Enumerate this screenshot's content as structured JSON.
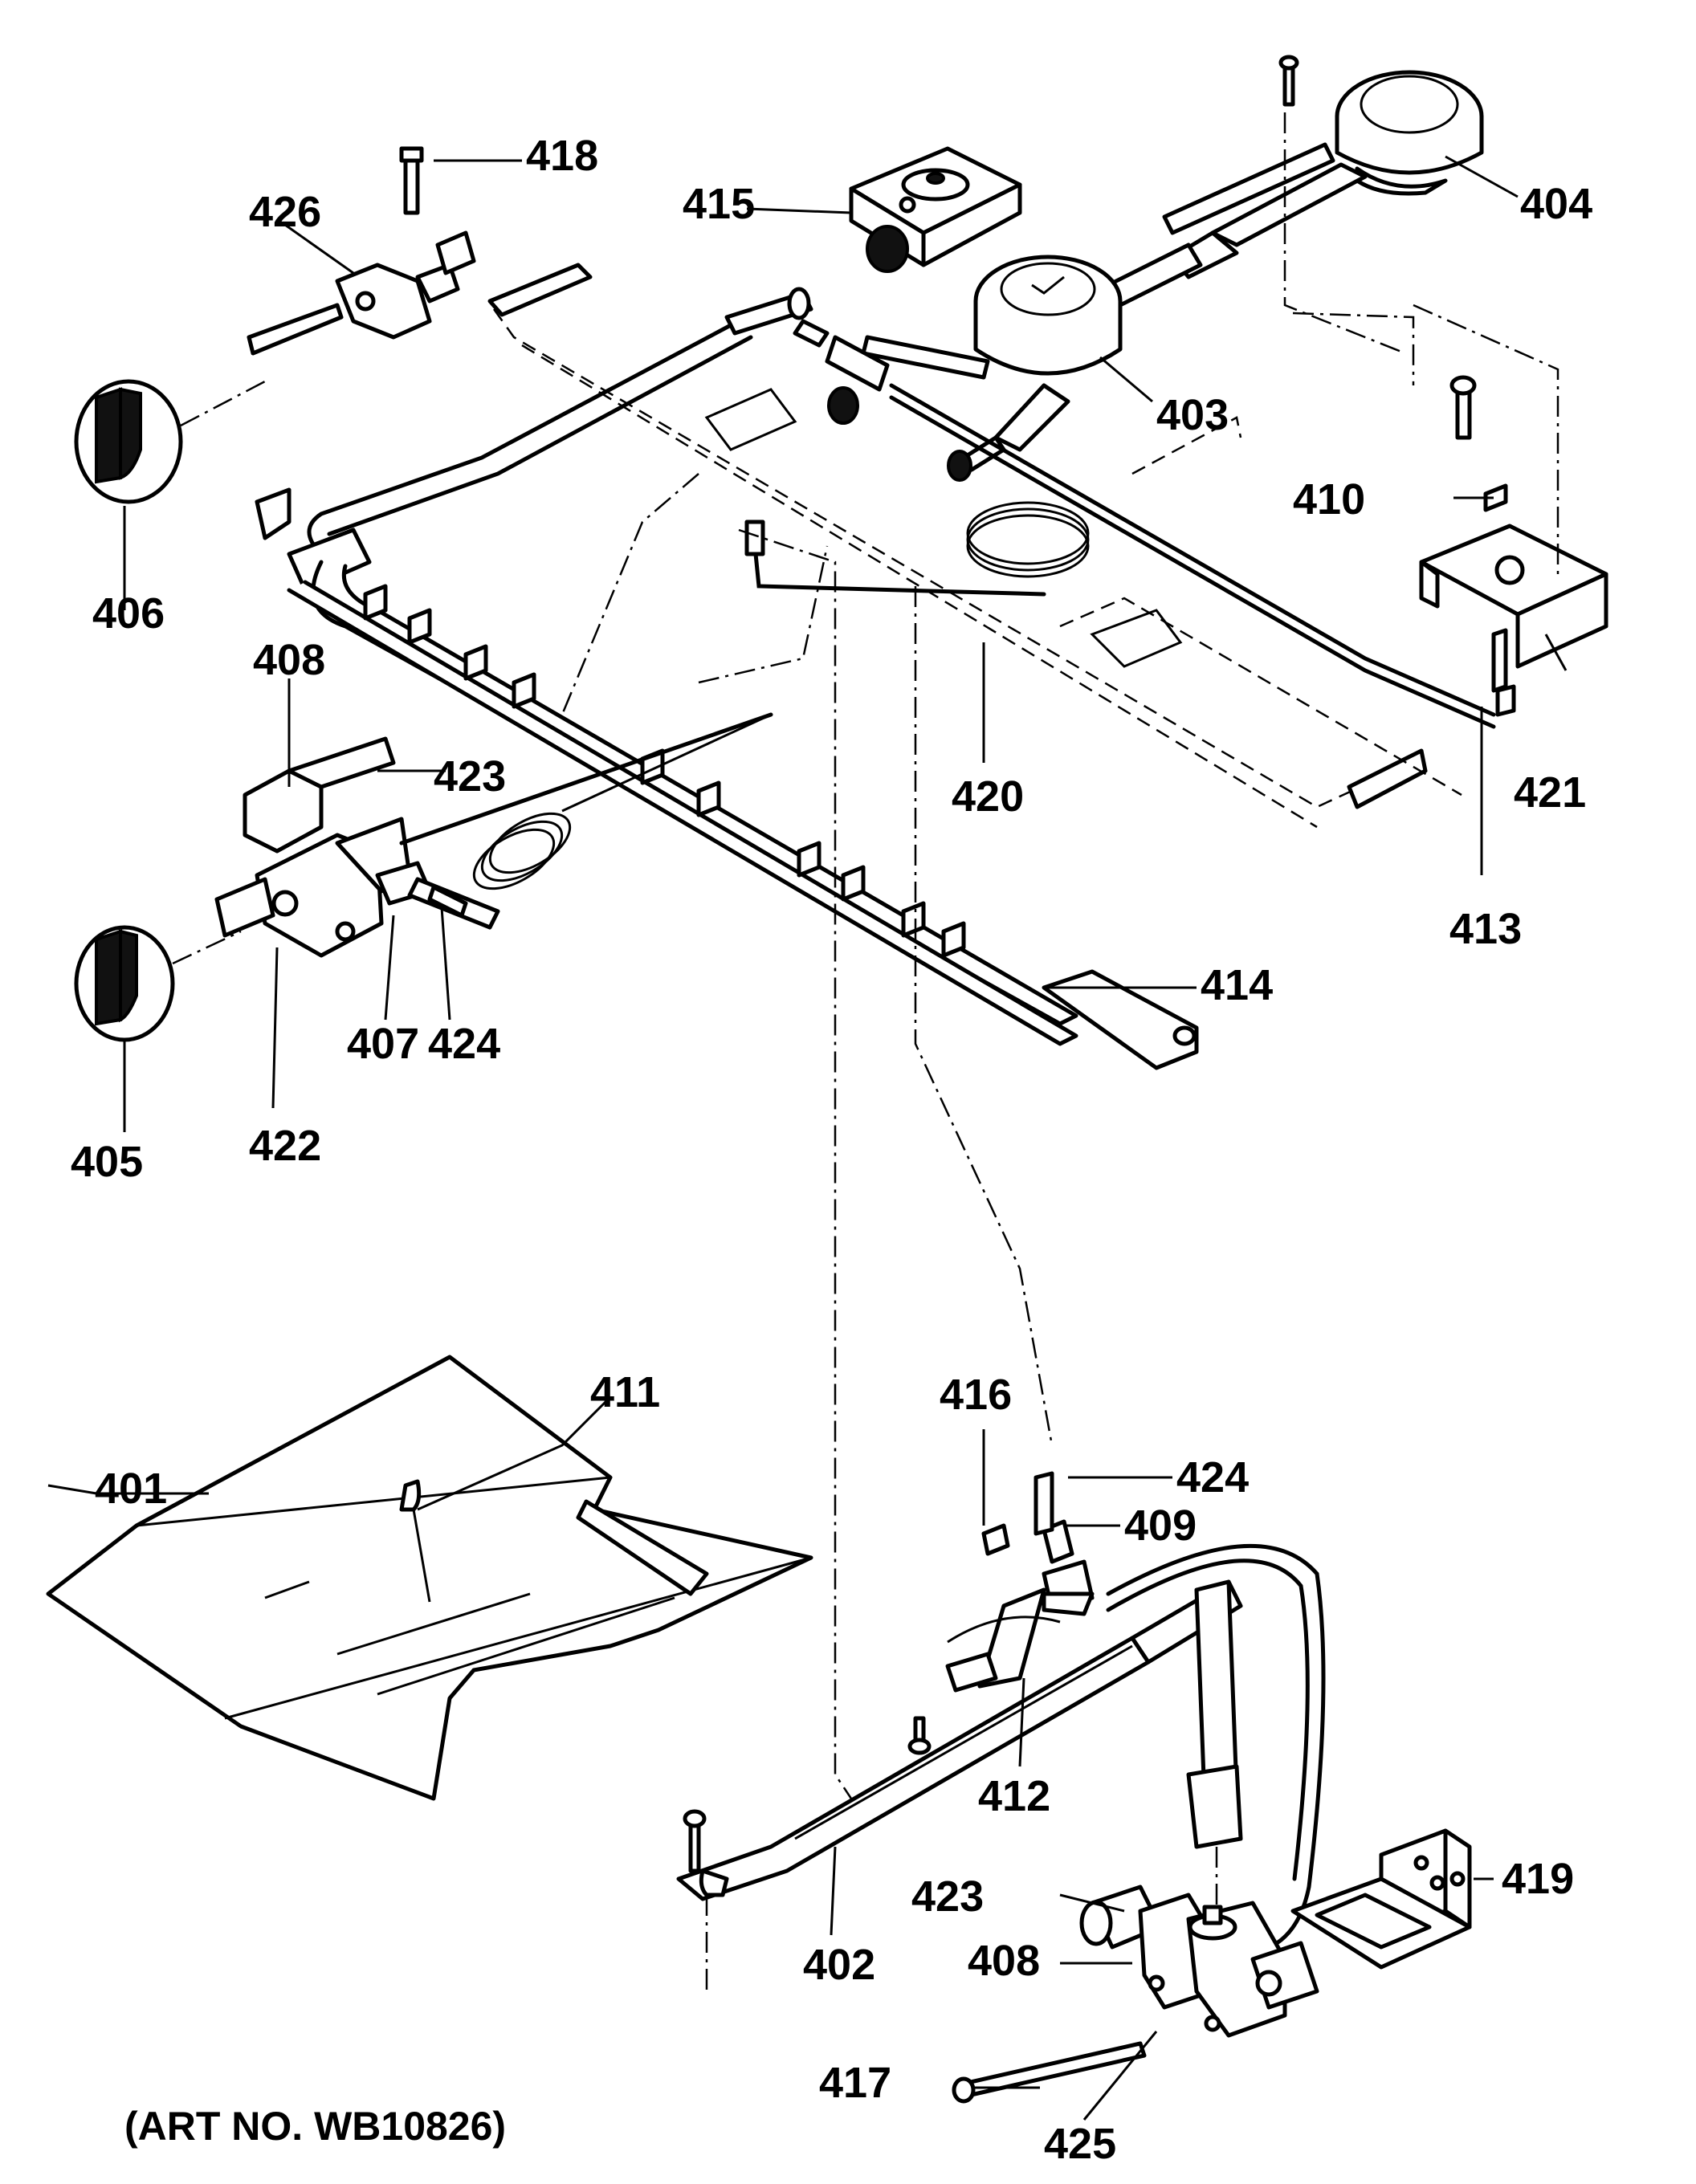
{
  "art_number": "(ART NO. WB10826)",
  "callouts": [
    {
      "id": "c401",
      "text": "401"
    },
    {
      "id": "c402",
      "text": "402"
    },
    {
      "id": "c403",
      "text": "403"
    },
    {
      "id": "c404",
      "text": "404"
    },
    {
      "id": "c405",
      "text": "405"
    },
    {
      "id": "c406",
      "text": "406"
    },
    {
      "id": "c407",
      "text": "407"
    },
    {
      "id": "c408a",
      "text": "408"
    },
    {
      "id": "c408b",
      "text": "408"
    },
    {
      "id": "c409",
      "text": "409"
    },
    {
      "id": "c410",
      "text": "410"
    },
    {
      "id": "c411",
      "text": "411"
    },
    {
      "id": "c412",
      "text": "412"
    },
    {
      "id": "c413",
      "text": "413"
    },
    {
      "id": "c414",
      "text": "414"
    },
    {
      "id": "c415",
      "text": "415"
    },
    {
      "id": "c416",
      "text": "416"
    },
    {
      "id": "c417",
      "text": "417"
    },
    {
      "id": "c418",
      "text": "418"
    },
    {
      "id": "c419",
      "text": "419"
    },
    {
      "id": "c420",
      "text": "420"
    },
    {
      "id": "c421",
      "text": "421"
    },
    {
      "id": "c422",
      "text": "422"
    },
    {
      "id": "c423a",
      "text": "423"
    },
    {
      "id": "c423b",
      "text": "423"
    },
    {
      "id": "c424a",
      "text": "424"
    },
    {
      "id": "c424b",
      "text": "424"
    },
    {
      "id": "c425",
      "text": "425"
    },
    {
      "id": "c426",
      "text": "426"
    }
  ]
}
